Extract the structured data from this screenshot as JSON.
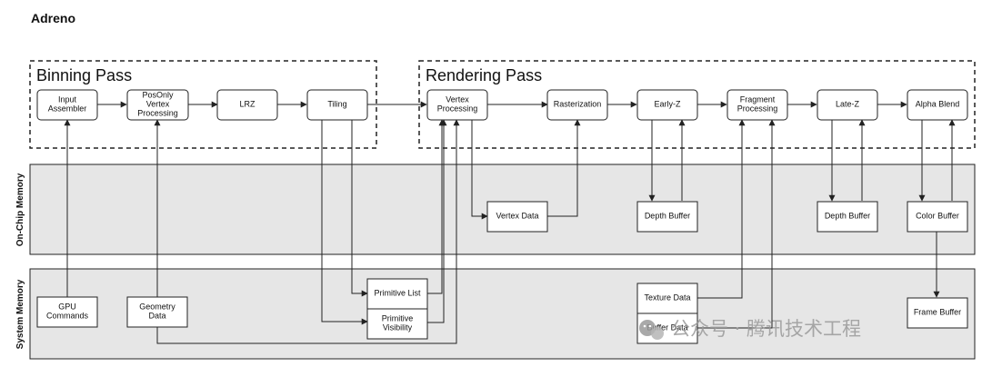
{
  "title": "Adreno",
  "passes": {
    "binning": "Binning Pass",
    "rendering": "Rendering Pass"
  },
  "bands": {
    "onchip": "On-Chip Memory",
    "system": "System Memory"
  },
  "boxes": {
    "input_assembler": [
      "Input",
      "Assembler"
    ],
    "posonly_vertex_processing": [
      "PosOnly",
      "Vertex",
      "Processing"
    ],
    "lrz": [
      "LRZ"
    ],
    "tiling": [
      "Tiling"
    ],
    "vertex_processing": [
      "Vertex",
      "Processing"
    ],
    "rasterization": [
      "Rasterization"
    ],
    "early_z": [
      "Early-Z"
    ],
    "fragment_processing": [
      "Fragment",
      "Processing"
    ],
    "late_z": [
      "Late-Z"
    ],
    "alpha_blend": [
      "Alpha Blend"
    ],
    "vertex_data": [
      "Vertex Data"
    ],
    "depth_buffer_1": [
      "Depth Buffer"
    ],
    "depth_buffer_2": [
      "Depth Buffer"
    ],
    "color_buffer": [
      "Color Buffer"
    ],
    "gpu_commands": [
      "GPU",
      "Commands"
    ],
    "geometry_data": [
      "Geometry",
      "Data"
    ],
    "primitive_list": [
      "Primitive List"
    ],
    "primitive_visibility": [
      "Primitive",
      "Visibility"
    ],
    "texture_data": [
      "Texture Data"
    ],
    "buffer_data": [
      "Buffer Data"
    ],
    "frame_buffer": [
      "Frame Buffer"
    ]
  },
  "watermark": "公众号 · 腾讯技术工程"
}
